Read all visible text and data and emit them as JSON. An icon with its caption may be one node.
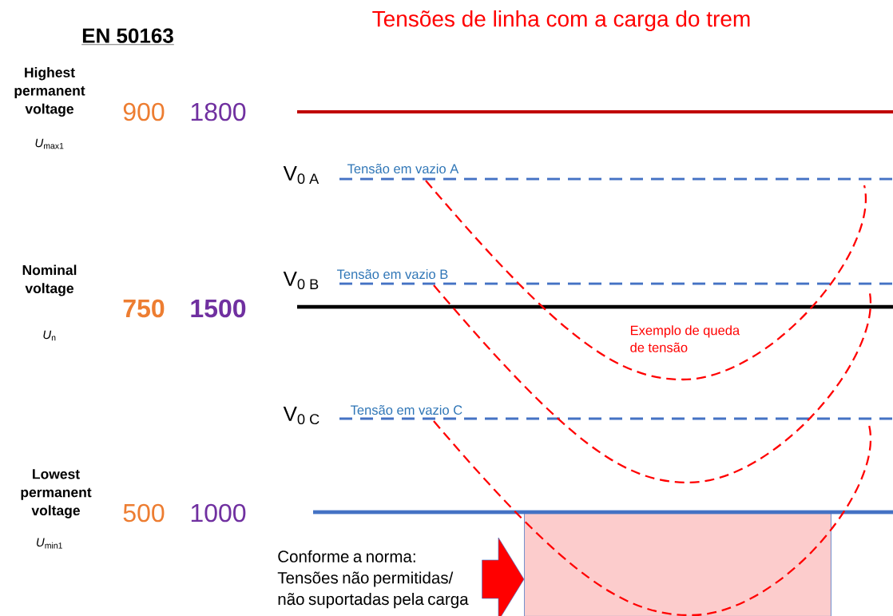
{
  "diagram": {
    "title": "Tensões de linha com a carga do trem",
    "nodes": [
      {
        "text": [
          "Conforme a norma: Tensões não permitidas/ não suportadas pela carga"
        ]
      },
      {
        "text": [],
        "shape": "box"
      }
    ],
    "edges": [
      {
        "from": 0,
        "to": 1,
        "arrow": "to"
      }
    ],
    "labels": [
      "EN 50163",
      "Highest permanent voltage",
      "*U*$_{max1}$",
      "900",
      "1800",
      "V$_{0 A}$",
      "Tensão em vazio A",
      "Nominal voltage",
      "V$_{0 B}$",
      "Tensão em vazio B",
      "750",
      "1500",
      "*U*$_{n}$",
      "Exemplo de queda de tensão",
      "V$_{0 C}$",
      "Tensão em vazio C",
      "Lowest permanent voltage",
      "500",
      "1000",
      "*U*$_{min1}$"
    ]
  }
}
